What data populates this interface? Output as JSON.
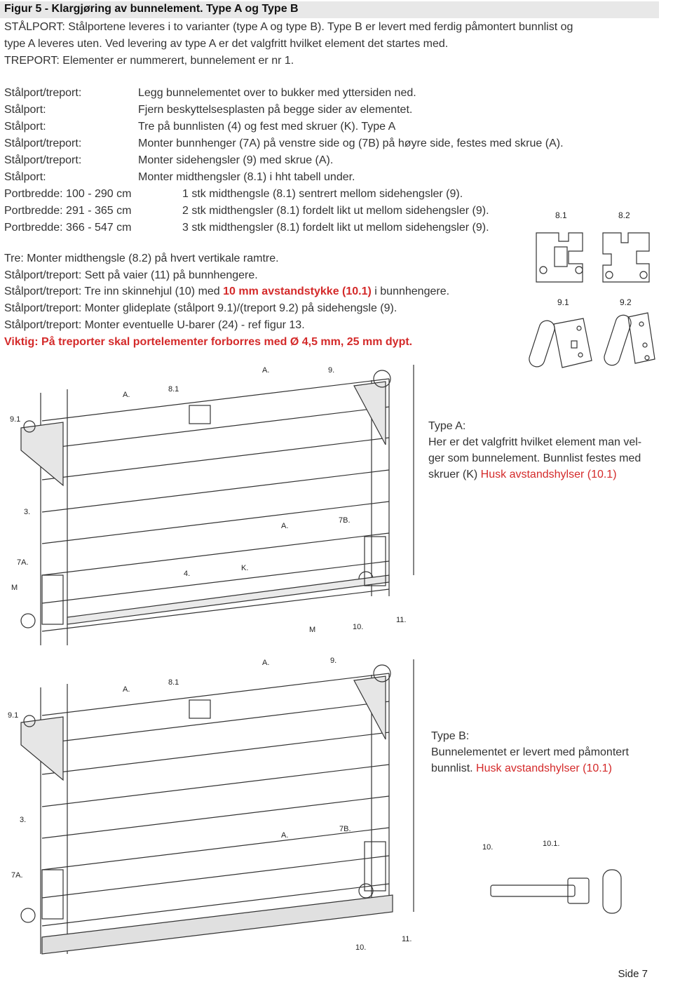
{
  "title": "Figur 5 - Klargjøring av bunnelement. Type A og Type B",
  "intro": [
    "STÅLPORT: Stålportene leveres i to varianter (type A og type B). Type B er levert med ferdig påmontert bunnlist og",
    "type A  leveres uten. Ved levering av type A er det valgfritt hvilket element det startes med.",
    "TREPORT: Elementer er nummerert, bunnelement er nr 1."
  ],
  "steps": [
    {
      "label": "Stålport/treport:",
      "text": "Legg bunnelementet over to bukker med yttersiden ned."
    },
    {
      "label": "Stålport:",
      "text": "Fjern beskyttelsesplasten på begge sider av elementet."
    },
    {
      "label": "Stålport:",
      "text": "Tre på bunnlisten (4) og fest med skruer (K). Type A"
    },
    {
      "label": "Stålport/treport:",
      "text": "Monter bunnhenger (7A) på venstre side og (7B) på høyre side, festes med skrue (A)."
    },
    {
      "label": "Stålport/treport:",
      "text": "Monter sidehengsler (9) med skrue (A)."
    },
    {
      "label": "Stålport:",
      "text": "Monter midthengsler (8.1) i hht tabell under."
    }
  ],
  "portbredde": [
    {
      "label": "Portbredde: 100 - 290 cm",
      "text": "1 stk midthengsle (8.1) sentrert mellom sidehengsler (9)."
    },
    {
      "label": "Portbredde: 291 - 365 cm",
      "text": "2 stk midthengsler (8.1) fordelt likt ut mellom sidehengsler (9)."
    },
    {
      "label": "Portbredde: 366 - 547 cm",
      "text": "3 stk midthengsler (8.1) fordelt likt ut mellom sidehengsler (9)."
    }
  ],
  "lines": {
    "l1": "Tre: Monter midthengsle (8.2) på hvert vertikale ramtre.",
    "l2": "Stålport/treport: Sett på vaier (11) på bunnhengere.",
    "l3a": "Stålport/treport: Tre inn skinnehjul (10) med ",
    "l3b": "10 mm avstandstykke (10.1)",
    "l3c": " i bunnhengere.",
    "l4": "Stålport/treport: Monter glideplate (stålport 9.1)/(treport 9.2) på sidehengsle (9).",
    "l5": "Stålport/treport: Monter eventuelle U-barer (24) - ref figur 13."
  },
  "warning": "Viktig: På treporter skal portelementer forborres med Ø 4,5 mm, 25 mm dypt.",
  "hinge_labels": {
    "h81": "8.1",
    "h82": "8.2",
    "g91": "9.1",
    "g92": "9.2"
  },
  "typeA": {
    "heading": "Type A:",
    "line1": "Her er det valgfritt hvilket element man vel-",
    "line2": "ger som bunnelement. Bunnlist festes med",
    "line3": "skruer (K) ",
    "line3_red": "Husk avstandshylser (10.1)"
  },
  "typeB": {
    "heading": "Type B:",
    "line1": "Bunnelementet er levert med påmontert",
    "line2": "bunnlist. ",
    "line2_red": "Husk avstandshylser (10.1)"
  },
  "callouts": {
    "a1_A": "A.",
    "a1_81": "8.1",
    "a1_A2": "A.",
    "a1_9": "9.",
    "a1_91": "9.1",
    "a1_3": "3.",
    "a1_A3": "A.",
    "a1_7B": "7B.",
    "a1_7A": "7A.",
    "a1_M": "M",
    "a1_4": "4.",
    "a1_K": "K.",
    "a1_M2": "M",
    "a1_10": "10.",
    "a1_11": "11.",
    "b1_A": "A.",
    "b1_81": "8.1",
    "b1_A2": "A.",
    "b1_9": "9.",
    "b1_91": "9.1",
    "b1_3": "3.",
    "b1_A3": "A.",
    "b1_7B": "7B.",
    "b1_7A": "7A.",
    "b1_10": "10.",
    "b1_11": "11.",
    "b1_10b": "10.",
    "b1_101": "10.1."
  },
  "page": "Side 7",
  "colors": {
    "accent_red": "#d42a2a",
    "title_bg": "#e8e8e8",
    "line": "#333333"
  }
}
